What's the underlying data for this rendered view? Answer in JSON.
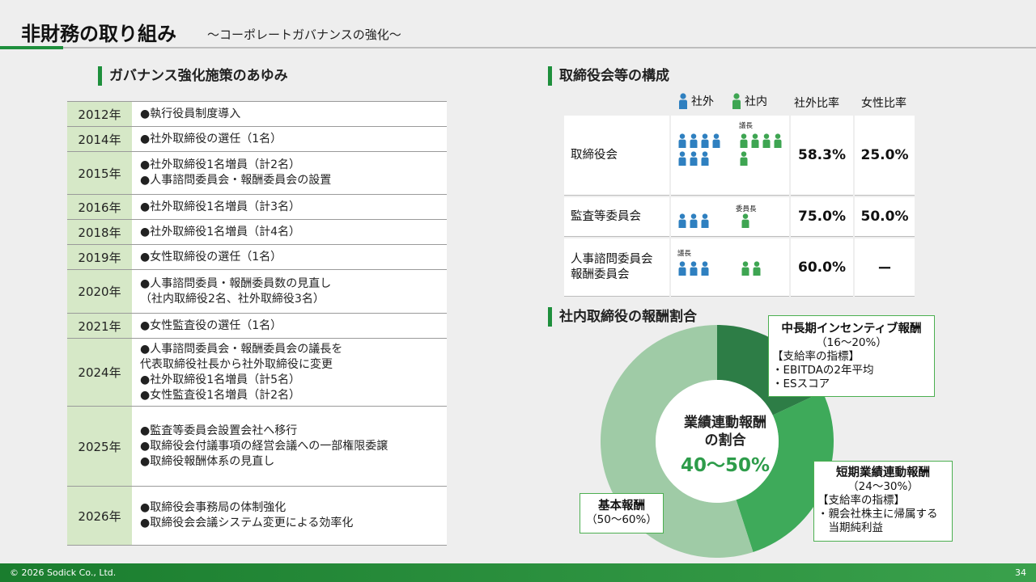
{
  "header": {
    "title": "非財務の取り組み",
    "subtitle": "～コーポレートガバナンスの強化～"
  },
  "timeline": {
    "heading": "ガバナンス強化施策のあゆみ",
    "rows": [
      {
        "year": "2012年",
        "events": [
          "●執行役員制度導入"
        ]
      },
      {
        "year": "2014年",
        "events": [
          "●社外取締役の選任（1名）"
        ]
      },
      {
        "year": "2015年",
        "events": [
          "●社外取締役1名増員（計2名）",
          "●人事諮問委員会・報酬委員会の設置"
        ]
      },
      {
        "year": "2016年",
        "events": [
          "●社外取締役1名増員（計3名）"
        ]
      },
      {
        "year": "2018年",
        "events": [
          "●社外取締役1名増員（計4名）"
        ]
      },
      {
        "year": "2019年",
        "events": [
          "●女性取締役の選任（1名）"
        ]
      },
      {
        "year": "2020年",
        "events": [
          "●人事諮問委員・報酬委員数の見直し",
          "（社内取締役2名、社外取締役3名）"
        ]
      },
      {
        "year": "2021年",
        "events": [
          "●女性監査役の選任（1名）"
        ]
      },
      {
        "year": "2024年",
        "events": [
          "●人事諮問委員会・報酬委員会の議長を",
          "代表取締役社長から社外取締役に変更",
          "●社外取締役1名増員（計5名）",
          "●女性監査役1名増員（計2名）"
        ]
      },
      {
        "year": "2025年",
        "events": [
          "●監査等委員会設置会社へ移行",
          "●取締役会付議事項の経営会議への一部権限委譲",
          "●取締役報酬体系の見直し"
        ]
      },
      {
        "year": "2026年",
        "events": [
          "●取締役会事務局の体制強化",
          "●取締役会会議システム変更による効率化"
        ]
      }
    ]
  },
  "board": {
    "heading": "取締役会等の構成",
    "legend": {
      "outside": "社外",
      "inside": "社内"
    },
    "columns": {
      "outside_ratio": "社外比率",
      "female_ratio": "女性比率"
    },
    "colors": {
      "outside": "#2f80c0",
      "inside": "#3ea552"
    },
    "rows": [
      {
        "name": [
          "取締役会"
        ],
        "outside_count": 7,
        "inside_count": 5,
        "tag": "議長",
        "outside_ratio": "58.3%",
        "female_ratio": "25.0%"
      },
      {
        "name": [
          "監査等委員会"
        ],
        "outside_count": 3,
        "inside_count": 1,
        "tag": "委員長",
        "outside_ratio": "75.0%",
        "female_ratio": "50.0%"
      },
      {
        "name": [
          "人事諮問委員会",
          "報酬委員会"
        ],
        "outside_count": 3,
        "inside_count": 2,
        "tag": "議長",
        "outside_ratio": "60.0%",
        "female_ratio": "ー"
      }
    ]
  },
  "compensation": {
    "heading": "社内取締役の報酬割合",
    "center_label": [
      "業績連動報酬",
      "の割合"
    ],
    "center_value": "40～50%",
    "chart_data": {
      "type": "pie",
      "labels": [
        "中長期インセンティブ報酬",
        "短期業績連動報酬",
        "基本報酬"
      ],
      "values": [
        18,
        27,
        55
      ],
      "colors": [
        "#2d7d46",
        "#3eaa5a",
        "#9fcba6"
      ]
    },
    "callouts": {
      "long_term": {
        "title": "中長期インセンティブ報酬",
        "range": "（16～20%）",
        "lines": [
          "【支給率の指標】",
          "・EBITDAの2年平均",
          "・ESスコア"
        ]
      },
      "short_term": {
        "title": "短期業績連動報酬",
        "range": "（24～30%）",
        "lines": [
          "【支給率の指標】",
          "・親会社株主に帰属する",
          "　当期純利益"
        ]
      },
      "base": {
        "title": "基本報酬",
        "range": "（50～60%）"
      }
    }
  },
  "footer": {
    "copyright": "© 2026 Sodick Co., Ltd.",
    "page": "34"
  }
}
